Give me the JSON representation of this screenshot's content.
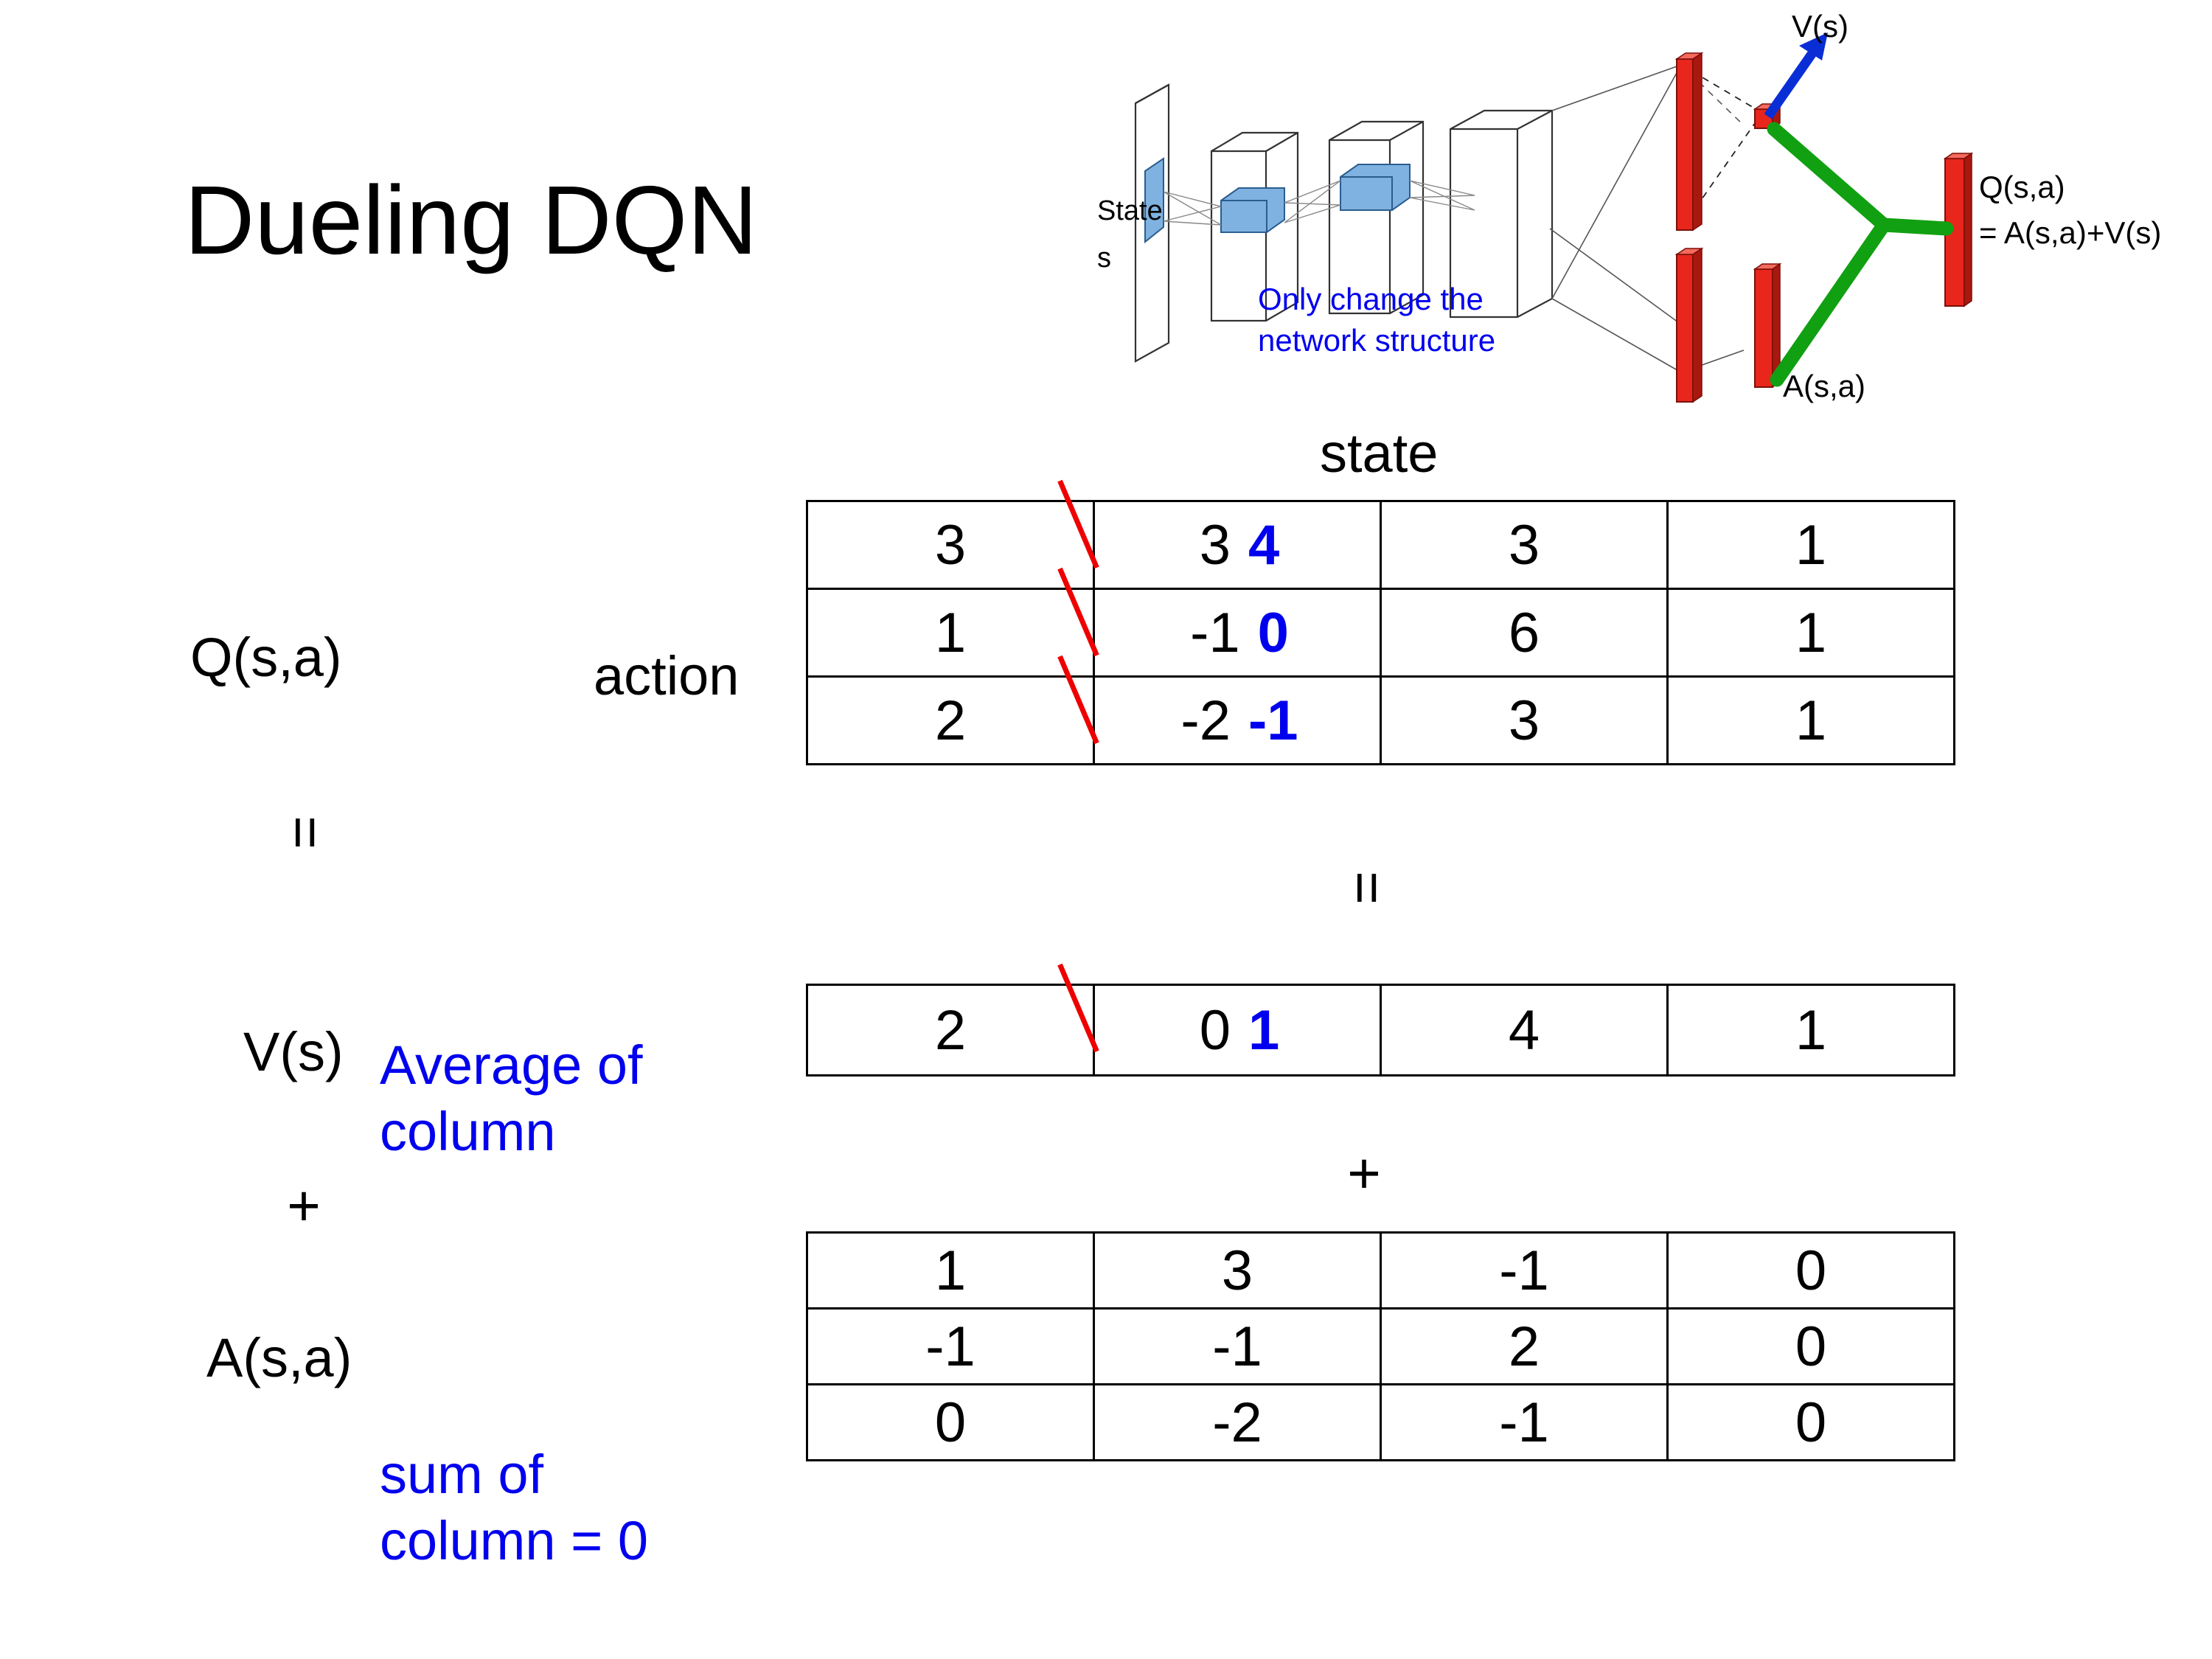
{
  "title": "Dueling DQN",
  "diagram": {
    "state_label_line1": "State",
    "state_label_line2": "s",
    "note_line1": "Only change the",
    "note_line2": "network structure",
    "v_out_label": "V(s)",
    "a_out_label": "A(s,a)",
    "q_out_label_line1": "Q(s,a)",
    "q_out_label_line2": "= A(s,a)+V(s)",
    "colors": {
      "note_blue": "#0000ee",
      "bar_red": "#e8261c",
      "merge_green": "#11a011",
      "arrow_blue": "#0a2ed6",
      "layer_blue": "#7fb2e0"
    }
  },
  "axes": {
    "state": "state",
    "action": "action"
  },
  "labels": {
    "q": "Q(s,a)",
    "v": "V(s)",
    "a": "A(s,a)",
    "avg_note_line1": "Average of",
    "avg_note_line2": "column",
    "sum_note_line1": "sum of",
    "sum_note_line2": "column = 0"
  },
  "operators": {
    "equals": "=",
    "plus": "+"
  },
  "colors": {
    "blue": "#0000ee",
    "red": "#ee0000",
    "black": "#000000"
  },
  "chart_data": {
    "type": "table",
    "title": "Dueling DQN decomposition Q(s,a) = V(s) + A(s,a)",
    "xlabel": "state",
    "ylabel": "action",
    "tables": [
      {
        "name": "Q(s,a)",
        "rows": 3,
        "cols": 4,
        "values": [
          [
            "3",
            "3",
            "3",
            "1"
          ],
          [
            "1",
            "-1",
            "6",
            "1"
          ],
          [
            "2",
            "-2",
            "3",
            "1"
          ]
        ],
        "edits": [
          {
            "row": 0,
            "col": 1,
            "old": "3",
            "new": "4"
          },
          {
            "row": 1,
            "col": 1,
            "old": "-1",
            "new": "0"
          },
          {
            "row": 2,
            "col": 1,
            "old": "-2",
            "new": "-1"
          }
        ]
      },
      {
        "name": "V(s)",
        "rows": 1,
        "cols": 4,
        "values": [
          [
            "2",
            "0",
            "4",
            "1"
          ]
        ],
        "edits": [
          {
            "row": 0,
            "col": 1,
            "old": "0",
            "new": "1"
          }
        ]
      },
      {
        "name": "A(s,a)",
        "rows": 3,
        "cols": 4,
        "values": [
          [
            "1",
            "3",
            "-1",
            "0"
          ],
          [
            "-1",
            "-1",
            "2",
            "0"
          ],
          [
            "0",
            "-2",
            "-1",
            "0"
          ]
        ],
        "edits": []
      }
    ]
  }
}
